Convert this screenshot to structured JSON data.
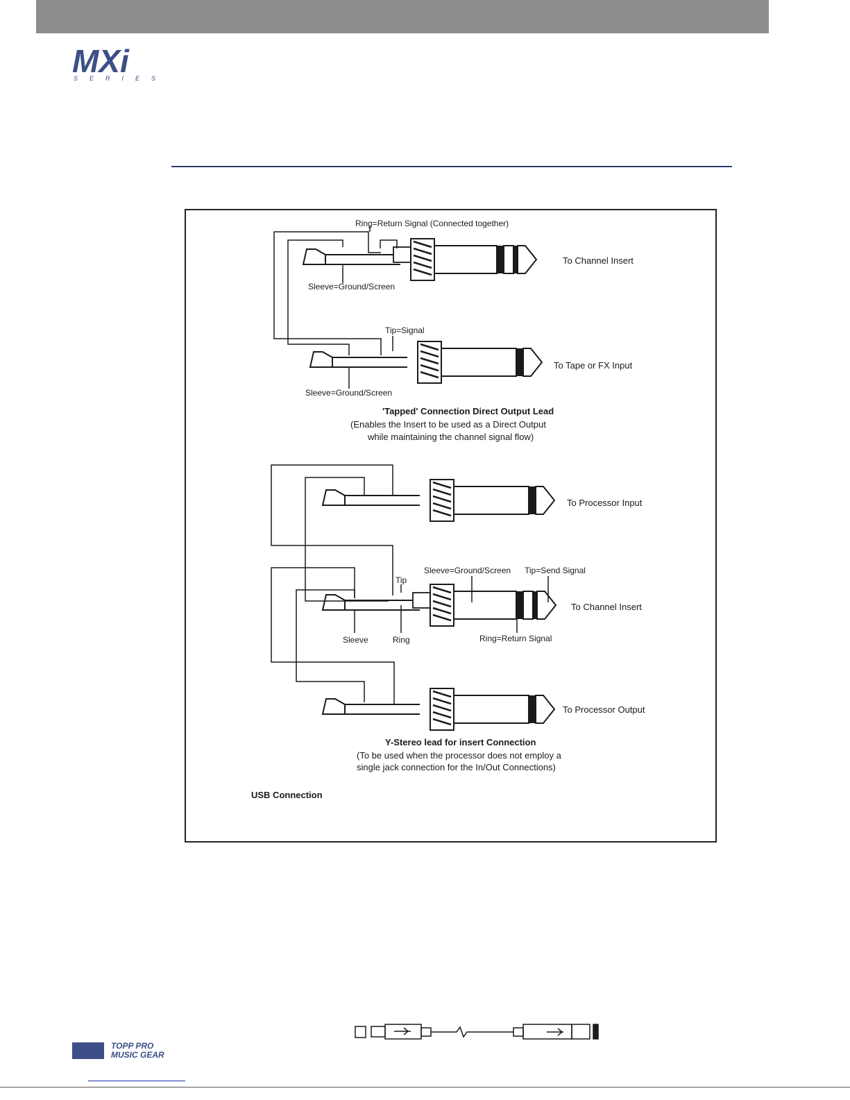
{
  "header": {
    "logo_text": "MXi",
    "logo_subtext": "SERIES"
  },
  "colors": {
    "brand": "#3d4f87",
    "top_bar": "#8e8d8e",
    "rule": "#2c3e6b",
    "line": "#1a1a1a"
  },
  "tapped": {
    "jack1": {
      "ring_label": "Ring=Return Signal (Connected together)",
      "sleeve_label": "Sleeve=Ground/Screen",
      "destination": "To Channel Insert"
    },
    "jack2": {
      "tip_label": "Tip=Signal",
      "sleeve_label": "Sleeve=Ground/Screen",
      "destination": "To Tape or FX Input"
    },
    "caption_title": "'Tapped' Connection Direct Output Lead",
    "caption_line1": "(Enables the Insert to be used as a Direct Output",
    "caption_line2": "while maintaining the channel signal flow)"
  },
  "ystereo": {
    "jack_top": {
      "destination": "To Processor Input"
    },
    "jack_mid": {
      "sleeve_ground_label": "Sleeve=Ground/Screen",
      "tip_send_label": "Tip=Send Signal",
      "tip_label": "Tip",
      "sleeve_label": "Sleeve",
      "ring_label": "Ring",
      "ring_return_label": "Ring=Return Signal",
      "destination": "To Channel Insert"
    },
    "jack_bottom": {
      "destination": "To Processor Output"
    },
    "caption_title": "Y-Stereo lead for insert Connection",
    "caption_line1": "(To be used when the processor does not employ a",
    "caption_line2": "single jack connection for the In/Out Connections)"
  },
  "usb": {
    "title": "USB Connection"
  },
  "footer": {
    "brand_line1": "TOPP PRO",
    "brand_line2": "MUSIC GEAR"
  }
}
